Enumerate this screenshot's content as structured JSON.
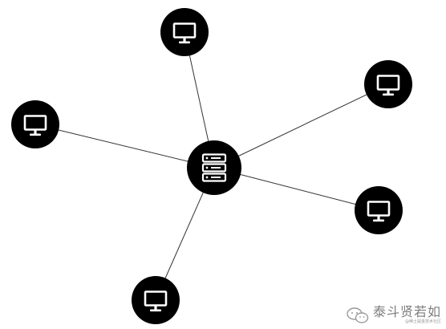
{
  "diagram": {
    "type": "star-network",
    "center": {
      "kind": "server",
      "icon": "server-rack-icon"
    },
    "clients": [
      {
        "id": "top",
        "kind": "computer",
        "icon": "monitor-icon"
      },
      {
        "id": "upper-right",
        "kind": "computer",
        "icon": "monitor-icon"
      },
      {
        "id": "left",
        "kind": "computer",
        "icon": "monitor-icon"
      },
      {
        "id": "lower-right",
        "kind": "computer",
        "icon": "monitor-icon"
      },
      {
        "id": "bottom",
        "kind": "computer",
        "icon": "monitor-icon"
      }
    ],
    "node_color": "#000000",
    "icon_color": "#ffffff",
    "link_color": "#333333"
  },
  "watermark": {
    "main": "泰斗贤若如",
    "sub": "@稀土掘金技术社区",
    "icon": "wechat-logo-icon"
  }
}
